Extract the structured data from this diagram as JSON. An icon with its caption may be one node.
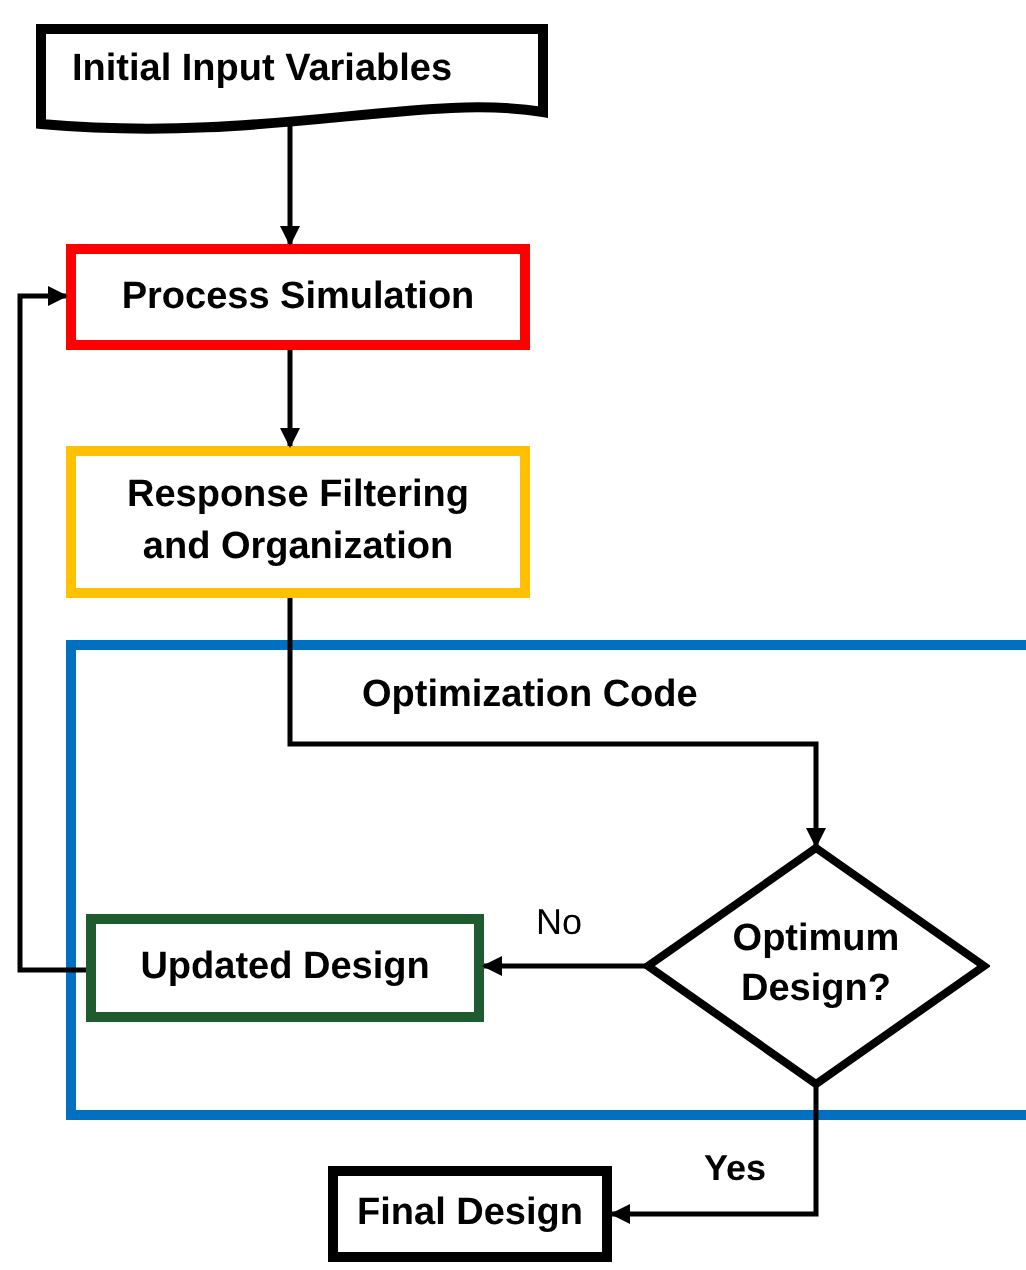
{
  "diagram": {
    "nodes": [
      {
        "text": [
          "Initial Input Variables"
        ]
      },
      {
        "text": [
          "Process Simulation"
        ]
      },
      {
        "text": [
          "Response Filtering and Organization"
        ]
      },
      {
        "text": [
          "Optimization Code"
        ]
      },
      {
        "text": [
          "Updated Design"
        ],
        "in": 3
      },
      {
        "text": [
          "Optimum Design?"
        ],
        "in": 3
      },
      {
        "text": [
          "Final Design"
        ]
      }
    ],
    "edges": [
      {
        "from": 0,
        "to": 1,
        "arrow": "to"
      },
      {
        "from": 1,
        "to": 2,
        "arrow": "to"
      },
      {
        "from": 2,
        "to": 5,
        "arrow": "to"
      },
      {
        "from": 5,
        "to": 4,
        "arrow": "to",
        "label": "No"
      },
      {
        "from": 4,
        "to": 1,
        "arrow": "to"
      },
      {
        "from": 5,
        "to": 6,
        "arrow": "to",
        "label": "Yes"
      }
    ]
  }
}
